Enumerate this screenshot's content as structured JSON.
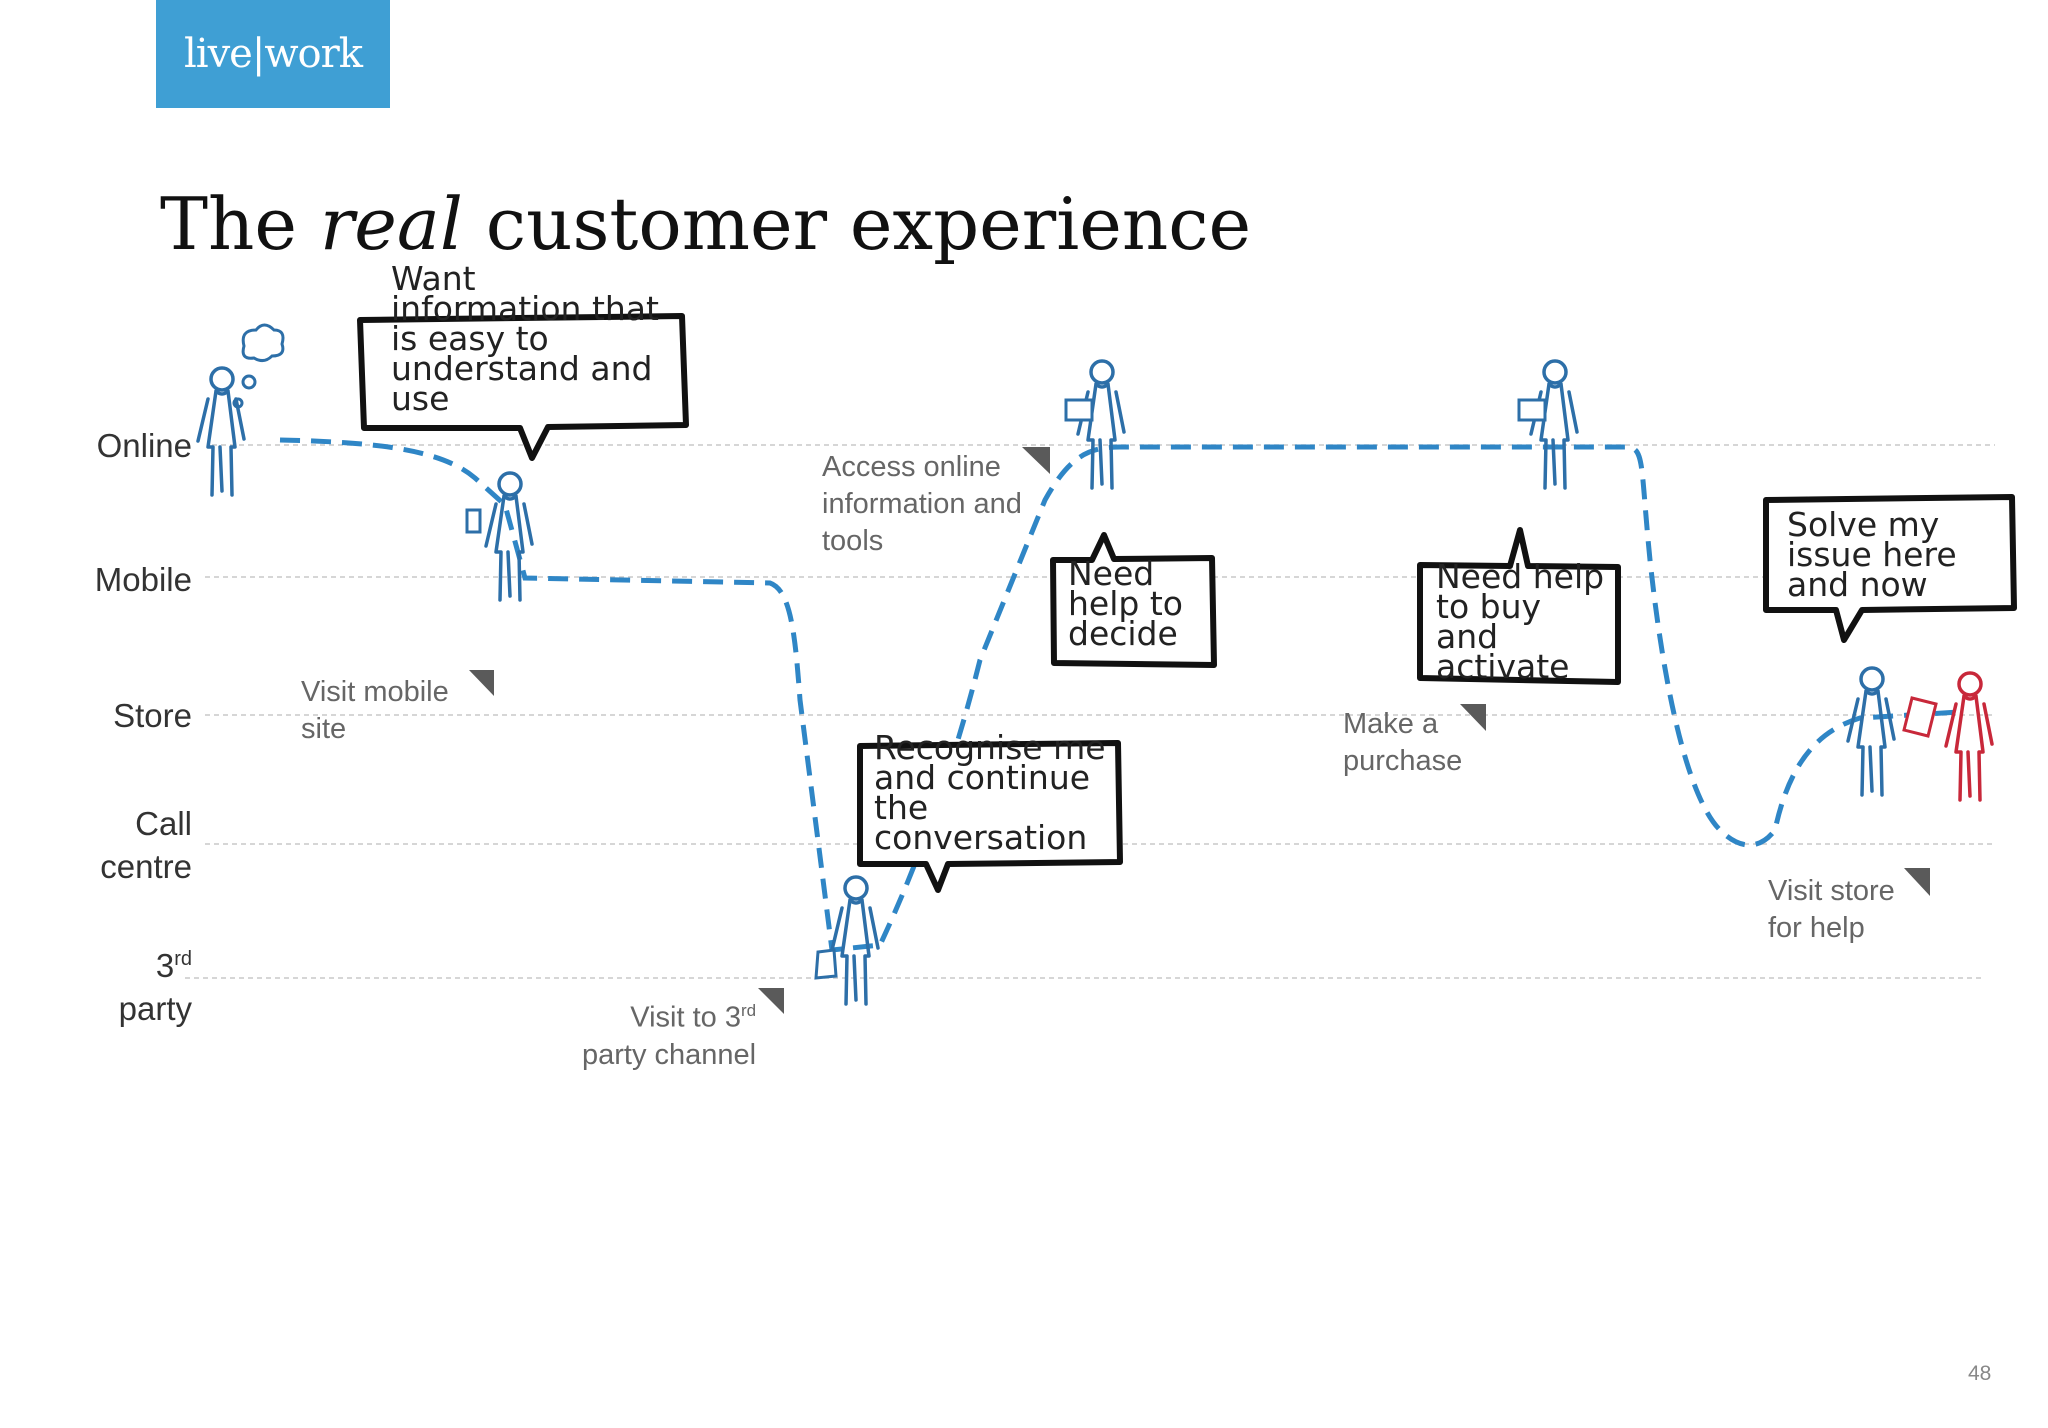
{
  "logo": {
    "text": "live|work"
  },
  "title": {
    "pre": "The ",
    "emph": "real",
    "post": " customer experience"
  },
  "lanes": {
    "online": "Online",
    "mobile": "Mobile",
    "store": "Store",
    "call_line1": "Call",
    "call_line2": "centre",
    "third_num": "3",
    "third_sup": "rd",
    "third_word": "party"
  },
  "captions": {
    "visit_mobile_1": "Visit mobile",
    "visit_mobile_2": "site",
    "visit_third_1_pre": "Visit to 3",
    "visit_third_1_sup": "rd",
    "visit_third_2": "party channel",
    "access_online_1": "Access online",
    "access_online_2": "information and",
    "access_online_3": "tools",
    "purchase_1": "Make a",
    "purchase_2": "purchase",
    "store_help_1": "Visit store",
    "store_help_2": "for help"
  },
  "bubbles": {
    "want_info": "Want\ninformation that\nis easy to\nunderstand and\nuse",
    "recognise": "Recognise me\nand continue\nthe\nconversation",
    "need_help_decide": "Need\nhelp to\ndecide",
    "need_help_buy": "Need help\nto buy\nand\nactivate",
    "solve_issue": "Solve my\nissue here\nand now"
  },
  "colors": {
    "logo_bg": "#3f9fd4",
    "journey_line": "#2f86c6",
    "figure_blue": "#2d6fa8",
    "figure_red": "#c8283a",
    "gridline": "#c8c8c8"
  },
  "page_number": "48"
}
